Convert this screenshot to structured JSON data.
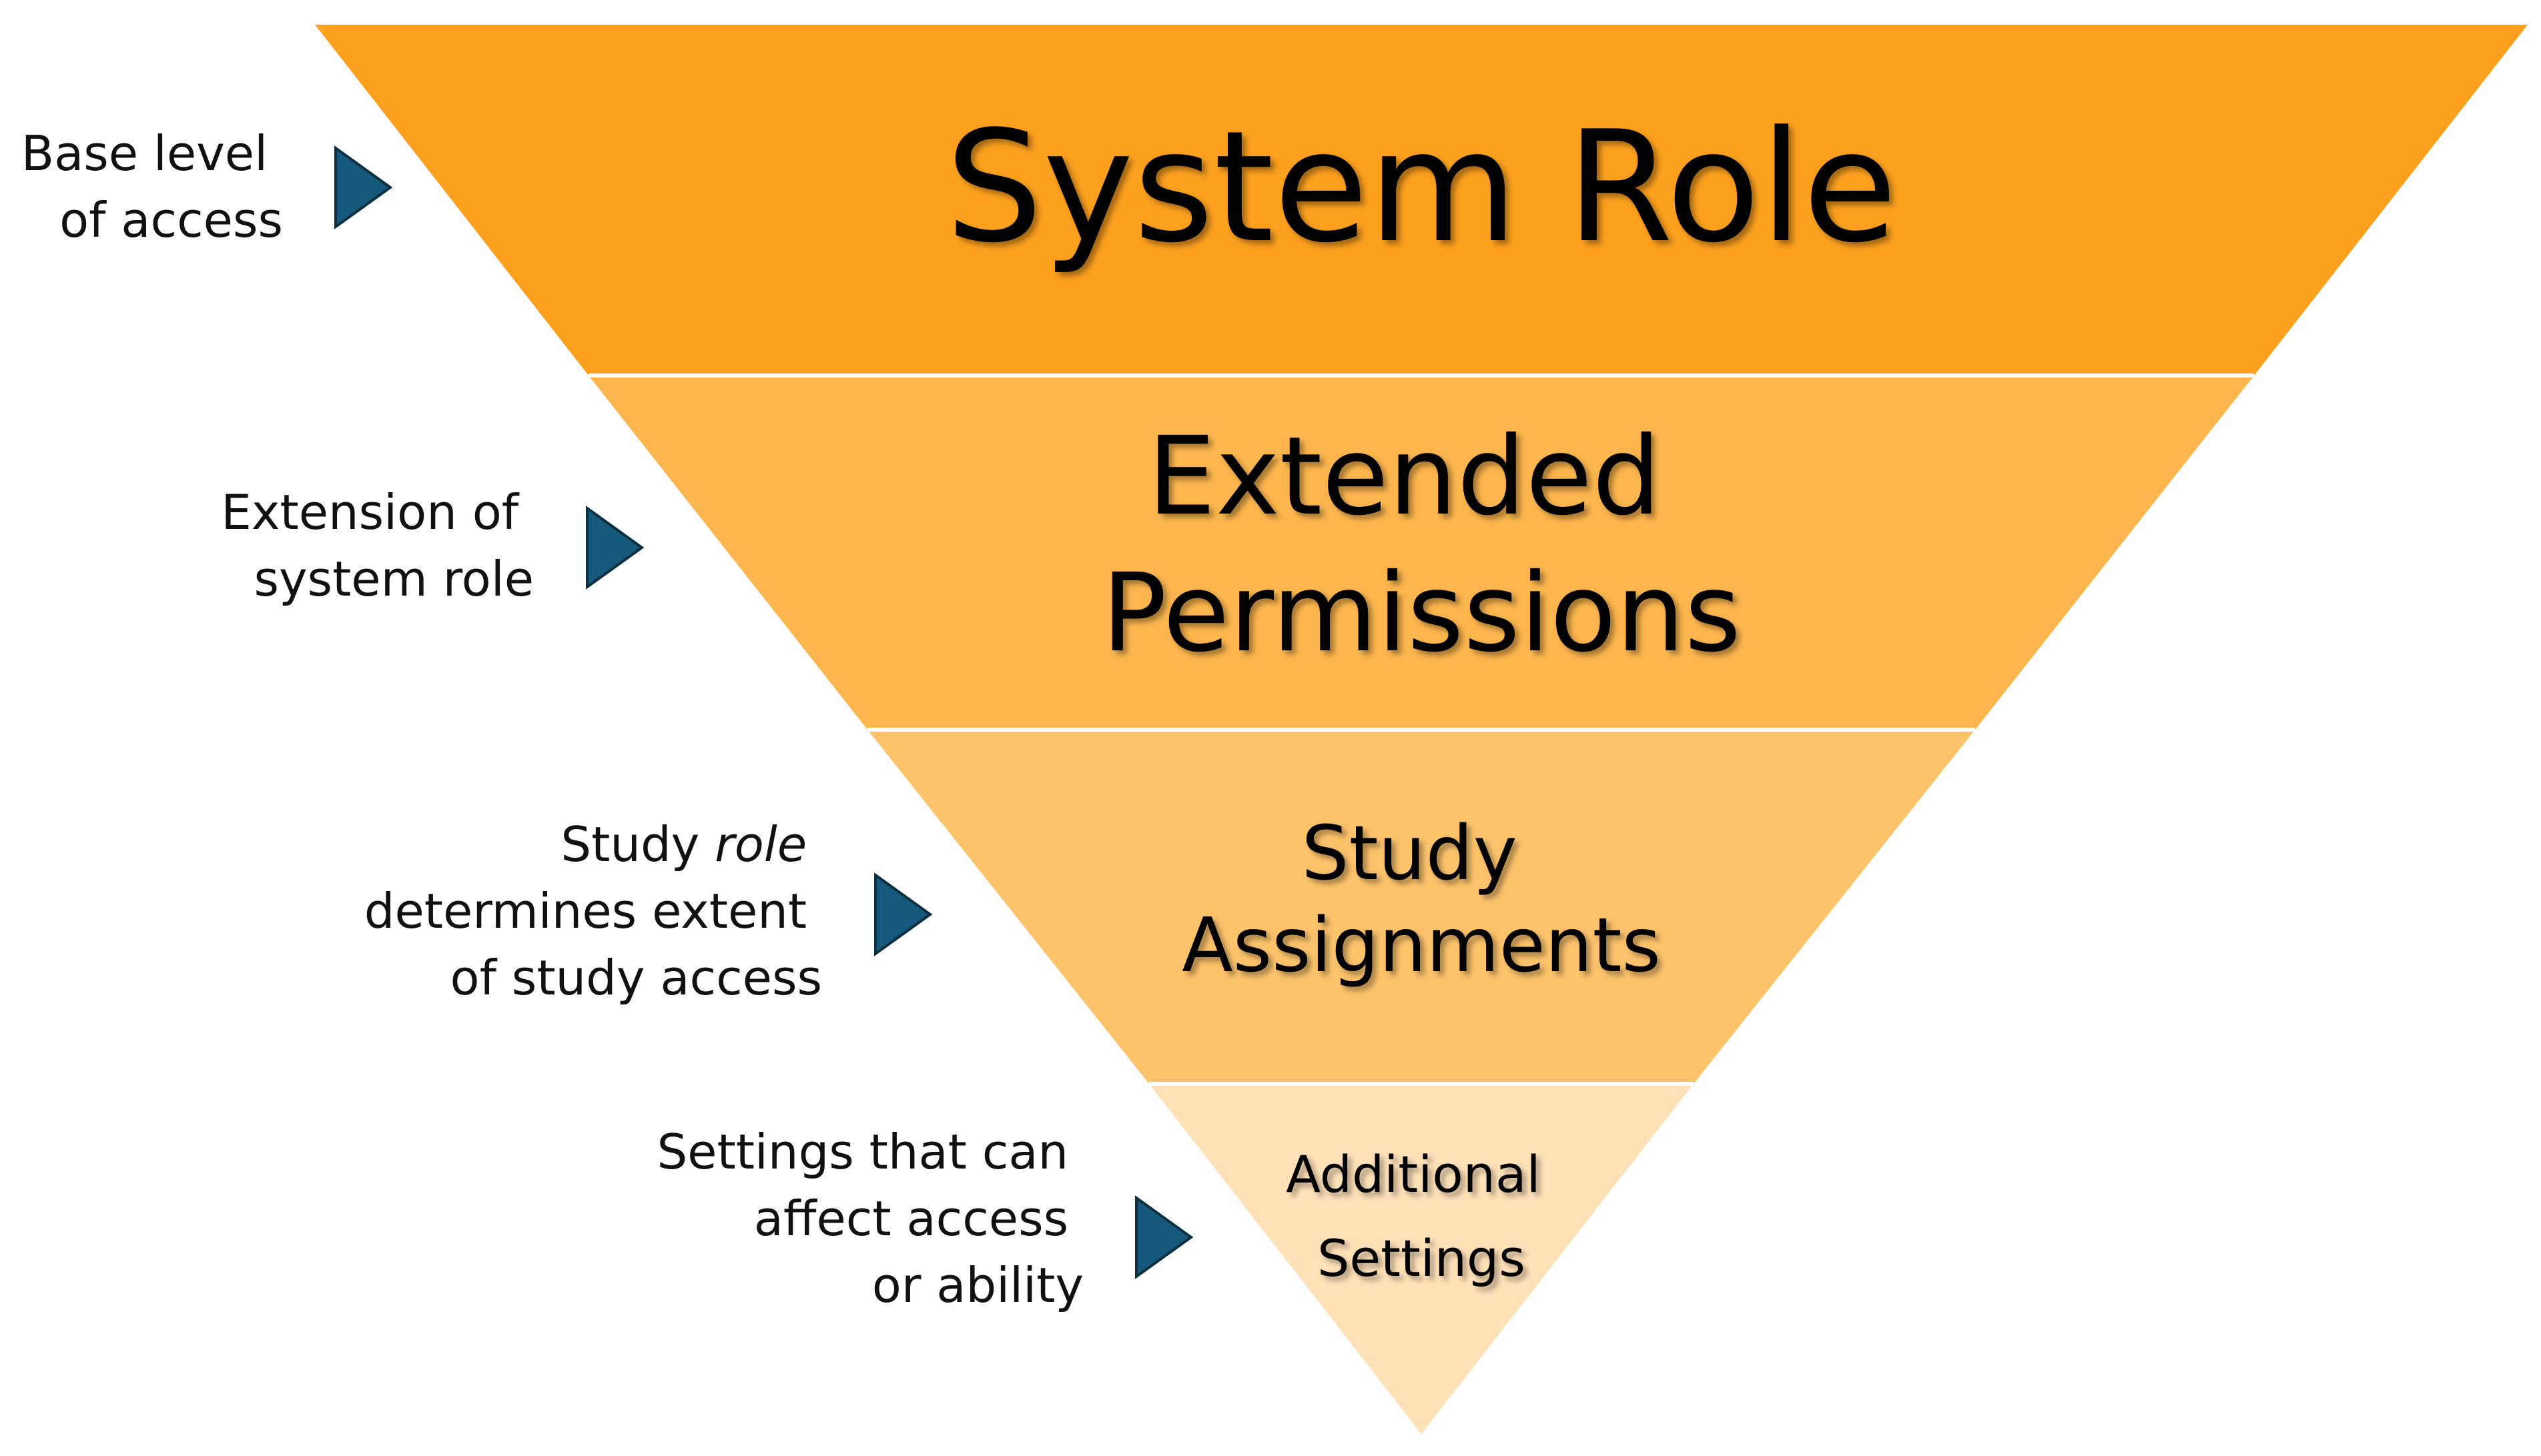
{
  "colors": {
    "tier_1": "#FCA01E",
    "tier_2": "#FDB64D",
    "tier_3": "#FDC36B",
    "tier_4": "#FFE1B8",
    "separator": "#FFFFFF",
    "arrow": "#155A7C",
    "arrow_outline": "#0B2E40",
    "text": "#000000"
  },
  "tiers": [
    {
      "lines": [
        "System Role"
      ]
    },
    {
      "lines": [
        "Extended",
        "Permissions"
      ]
    },
    {
      "lines": [
        "Study",
        "Assignments"
      ]
    },
    {
      "lines": [
        "Additional",
        "Settings"
      ]
    }
  ],
  "annotations": [
    {
      "lines": [
        [
          "Base level"
        ],
        [
          "of access"
        ]
      ],
      "arrow_icon": "play-triangle-icon"
    },
    {
      "lines": [
        [
          "Extension of"
        ],
        [
          "system role"
        ]
      ],
      "arrow_icon": "play-triangle-icon"
    },
    {
      "lines": [
        [
          "Study ",
          "role"
        ],
        [
          "determines extent"
        ],
        [
          "of study access"
        ]
      ],
      "italic_segments": [
        [
          0,
          1
        ]
      ],
      "arrow_icon": "play-triangle-icon"
    },
    {
      "lines": [
        [
          "Settings that can"
        ],
        [
          "affect access"
        ],
        [
          "or ability"
        ]
      ],
      "arrow_icon": "play-triangle-icon"
    }
  ]
}
